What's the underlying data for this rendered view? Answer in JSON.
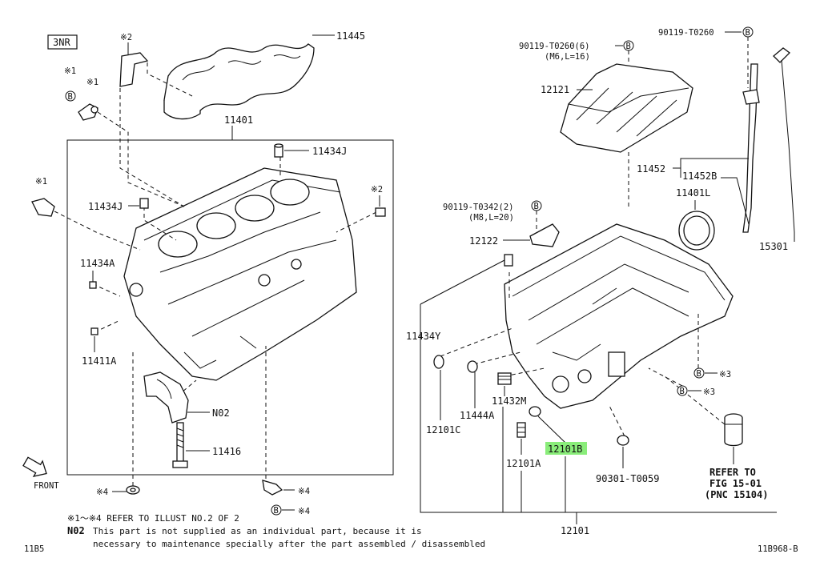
{
  "engine_code": "3NR",
  "labels": {
    "11445": "11445",
    "11401": "11401",
    "11434J_a": "11434J",
    "11434J_b": "11434J",
    "11434A": "11434A",
    "11411A": "11411A",
    "N02": "N02",
    "11416": "11416",
    "front": "FRONT",
    "90119_T0260_6": "90119-T0260(6)",
    "m6_l16": "(M6,L=16)",
    "90119_T0260": "90119-T0260",
    "12121": "12121",
    "11452": "11452",
    "11452B": "11452B",
    "11401L": "11401L",
    "15301": "15301",
    "90119_T0342_2": "90119-T0342(2)",
    "m8_l20": "(M8,L=20)",
    "12122": "12122",
    "11434Y": "11434Y",
    "11432M": "11432M",
    "11444A": "11444A",
    "12101C": "12101C",
    "12101B": "12101B",
    "12101A": "12101A",
    "90301_T0059": "90301-T0059",
    "refer1": "REFER TO",
    "refer2": "FIG 15-01",
    "refer3": "(PNC 15104)",
    "12101": "12101"
  },
  "markers": {
    "m1": "※1",
    "m2": "※2",
    "m3": "※3",
    "m4": "※4",
    "b": "B"
  },
  "notes": {
    "note1": "※1～※4 REFER TO ILLUST NO.2 OF 2",
    "n02_key": "N02",
    "n02_text1": "This part is not supplied as an individual part, because it is",
    "n02_text2": "necessary to maintenance specially after the part assembled / disassembled"
  },
  "footer": {
    "left": "11B5",
    "right": "11B968-B"
  }
}
